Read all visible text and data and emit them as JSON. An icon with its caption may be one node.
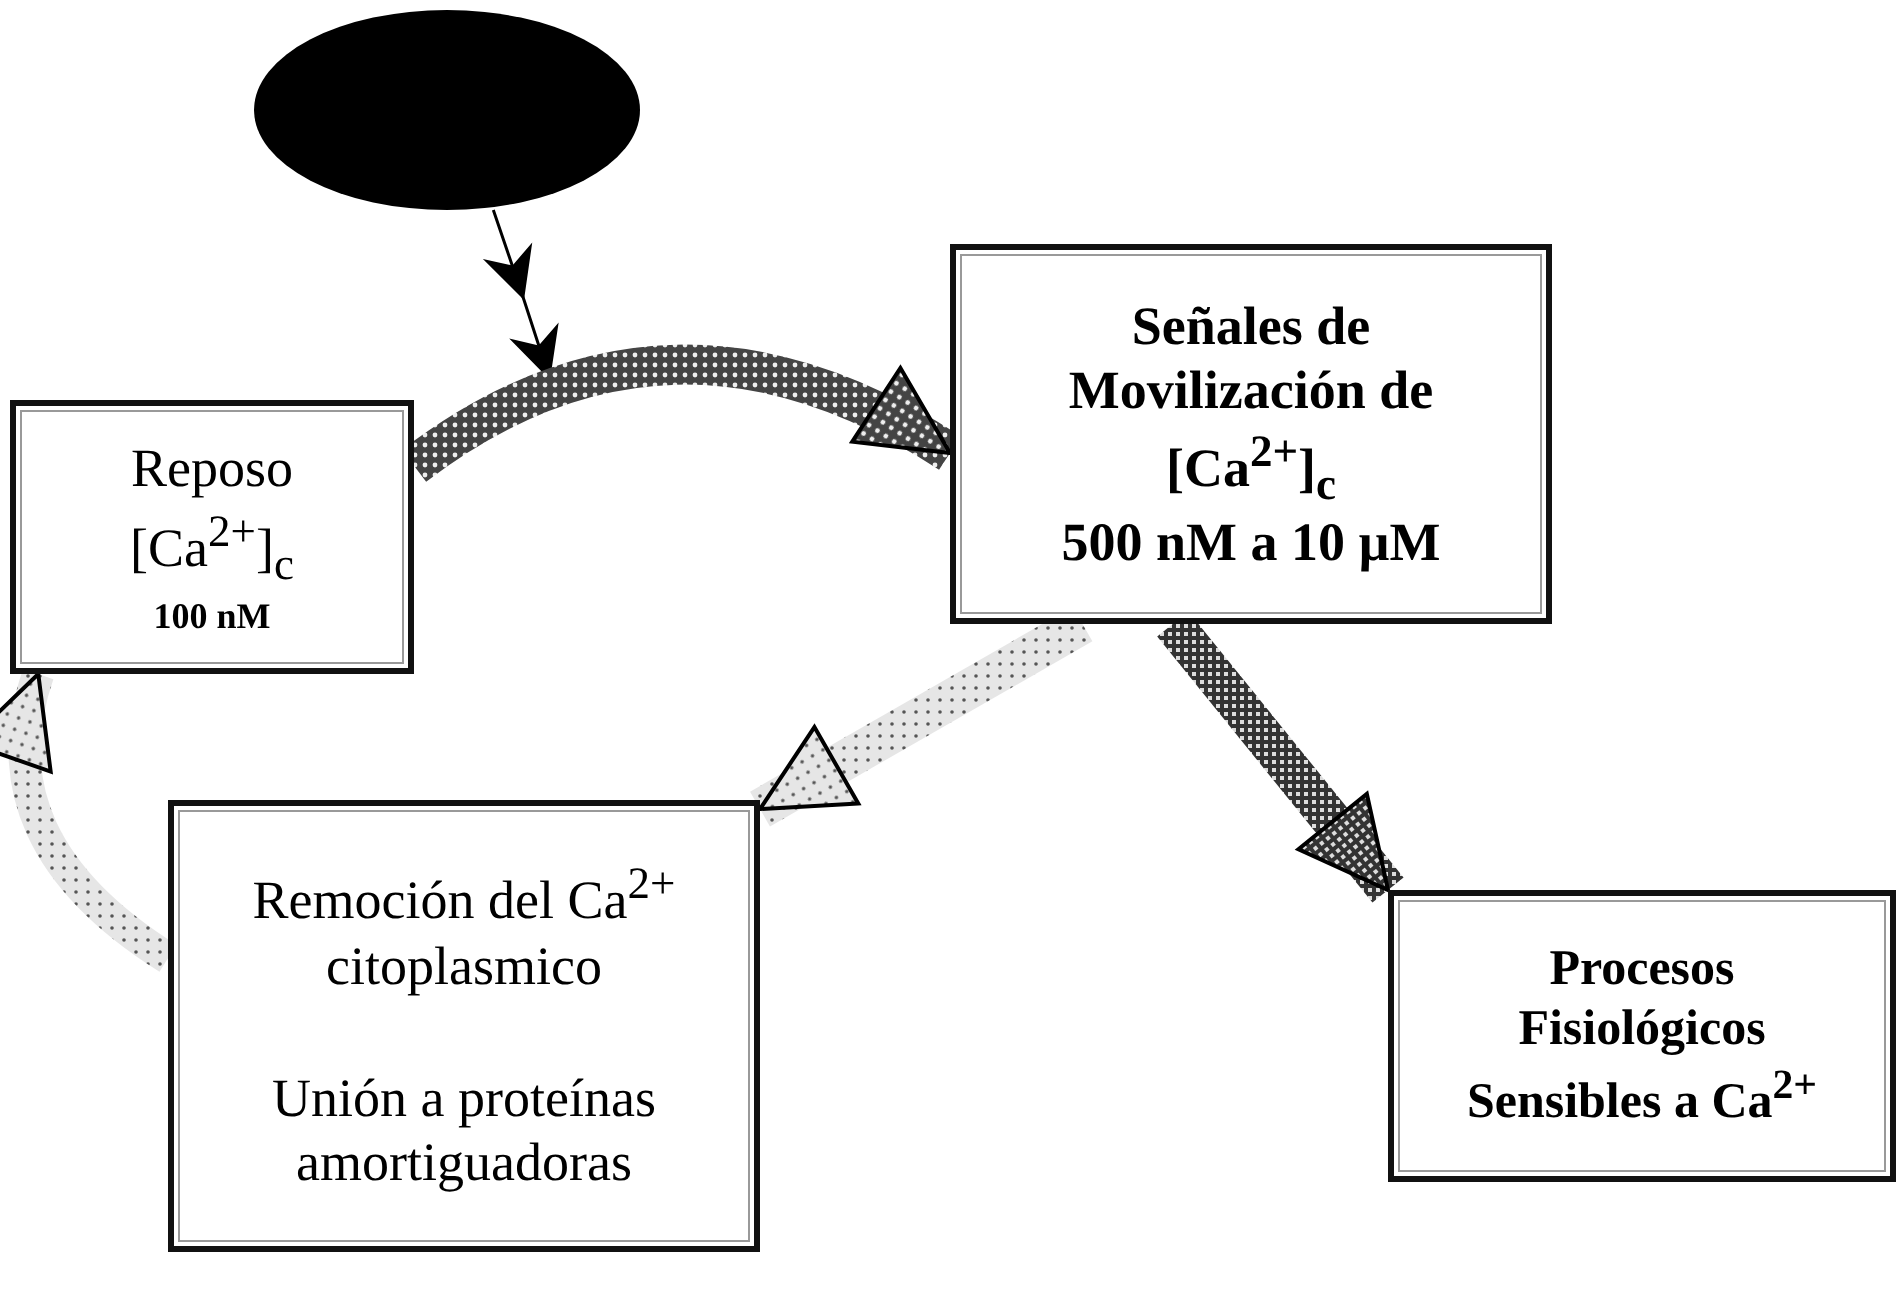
{
  "diagram": {
    "nodes": [
      {
        "text": [],
        "shape": "circle"
      },
      {
        "text": [
          "Reposo",
          "[Ca$^{2+}$]$_{c}$",
          "100 nM"
        ]
      },
      {
        "text": [
          "Señales de Movilización de [Ca$^{2+}$]$_{c}$",
          "500 nM a 10 µM"
        ]
      },
      {
        "text": [
          "Remoción del Ca$^{2+}$ citoplasmico",
          "Unión a proteínas amortiguadoras"
        ]
      },
      {
        "text": [
          "Procesos Fisiológicos Sensibles a Ca$^{2+}$"
        ]
      }
    ],
    "edges": [
      {
        "from": 0,
        "to": null,
        "arrow": "to"
      },
      {
        "from": 1,
        "to": 2,
        "arrow": "to"
      },
      {
        "from": 2,
        "to": 3,
        "arrow": "to"
      },
      {
        "from": 2,
        "to": 4,
        "arrow": "to"
      },
      {
        "from": 3,
        "to": 1,
        "arrow": "to"
      }
    ]
  }
}
